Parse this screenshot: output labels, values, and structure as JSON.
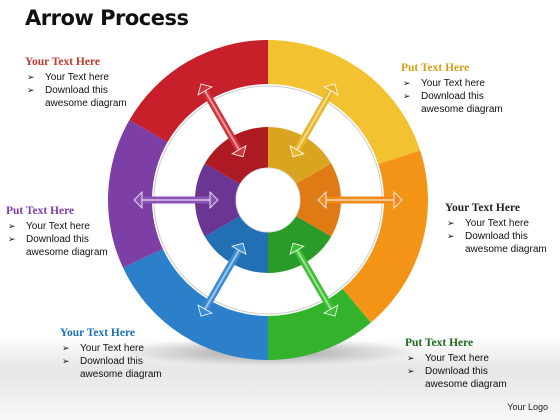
{
  "title": "Arrow Process",
  "logo": "Your Logo",
  "colors": {
    "red": "#c8202a",
    "yellow": "#f2c230",
    "orange": "#f39417",
    "green": "#33b22c",
    "blue": "#2c7fc9",
    "purple": "#7d3fa6"
  },
  "blocks": [
    {
      "head": "Your Text Here",
      "color": "#c0392b",
      "lines": [
        "Your Text here",
        "Download this\nawesome diagram"
      ]
    },
    {
      "head": "Put Text Here",
      "color": "#d4a017",
      "lines": [
        "Your Text here",
        "Download this\nawesome diagram"
      ]
    },
    {
      "head": "Put Text Here",
      "color": "#7d3fa6",
      "lines": [
        "Your Text here",
        "Download this\nawesome diagram"
      ]
    },
    {
      "head": "Your Text Here",
      "color": "#222222",
      "lines": [
        "Your Text here",
        "Download this\nawesome diagram"
      ]
    },
    {
      "head": "Your Text Here",
      "color": "#1f6db5",
      "lines": [
        "Your Text here",
        "Download this\nawesome diagram"
      ]
    },
    {
      "head": "Put Text Here",
      "color": "#1e6b1e",
      "lines": [
        "Your Text here",
        "Download this\nawesome diagram"
      ]
    }
  ]
}
